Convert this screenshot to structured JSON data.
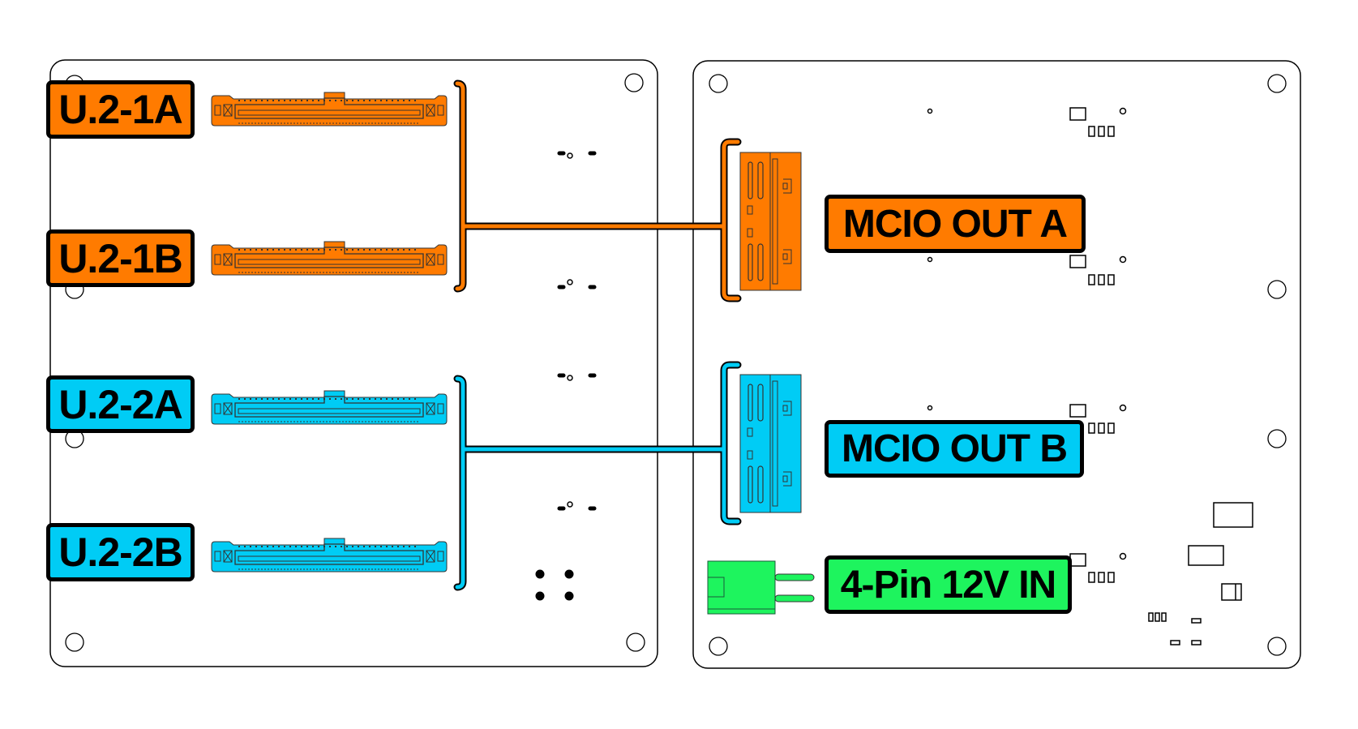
{
  "colors": {
    "orange": "#ff7b00",
    "cyan": "#00ccf5",
    "green": "#1ef45e",
    "outline": "#000000"
  },
  "labels": {
    "u2_1a": "U.2-1A",
    "u2_1b": "U.2-1B",
    "u2_2a": "U.2-2A",
    "u2_2b": "U.2-2B",
    "mcio_a": "MCIO OUT A",
    "mcio_b": "MCIO OUT B",
    "power": "4-Pin 12V IN"
  },
  "connections": [
    {
      "from": [
        "U.2-1A",
        "U.2-1B"
      ],
      "to": "MCIO OUT A",
      "color": "orange"
    },
    {
      "from": [
        "U.2-2A",
        "U.2-2B"
      ],
      "to": "MCIO OUT B",
      "color": "cyan"
    }
  ]
}
